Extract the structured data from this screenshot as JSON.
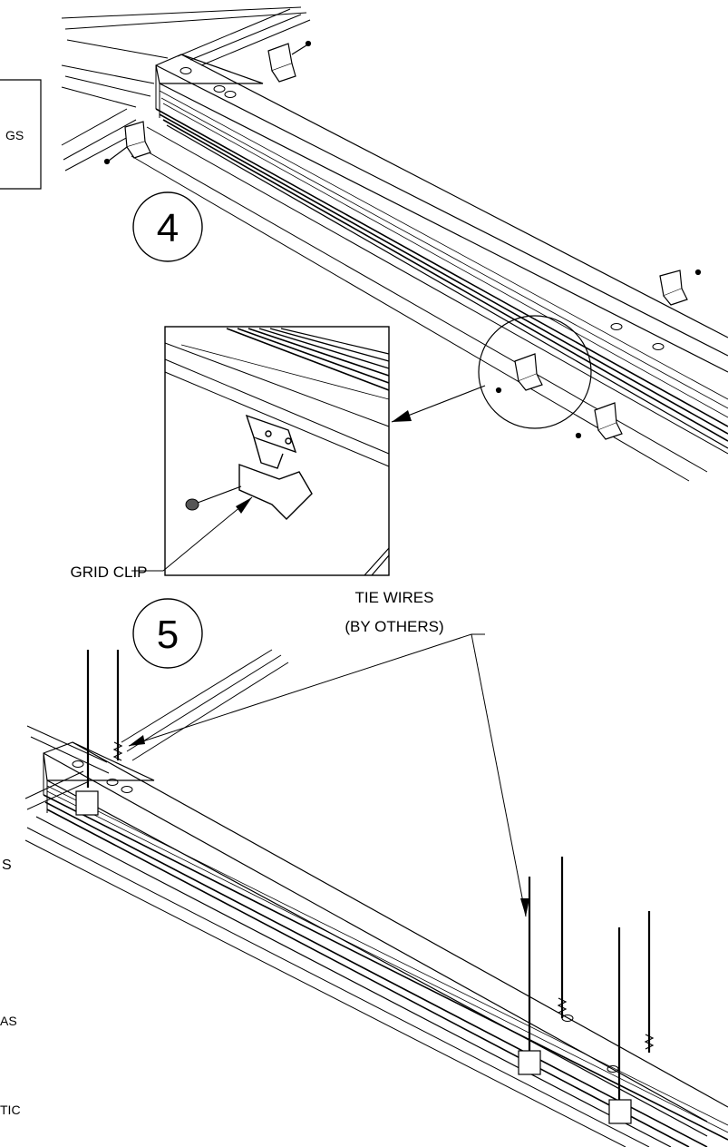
{
  "steps": {
    "step4": "4",
    "step5": "5"
  },
  "labels": {
    "grid_clip": "GRID CLIP",
    "tie_wires_line1": "TIE WIRES",
    "tie_wires_line2": "(BY OTHERS)"
  },
  "edge_fragments": {
    "left_box_text": "GS",
    "left_s": "S",
    "left_as": "AS",
    "left_tic": "TIC"
  },
  "colors": {
    "ink": "#000000",
    "paper": "#ffffff"
  }
}
